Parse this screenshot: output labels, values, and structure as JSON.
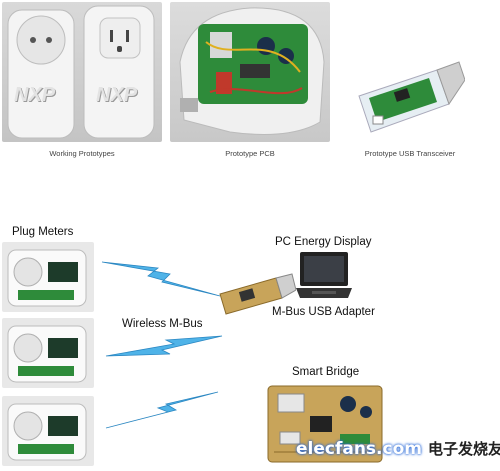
{
  "top": {
    "captions": {
      "prototypes": "Working Prototypes",
      "pcb": "Prototype PCB",
      "usb": "Prototype USB Transceiver"
    },
    "logo_text": "NXP"
  },
  "diagram": {
    "plug_meters_label": "Plug Meters",
    "pc_display_label": "PC Energy Display",
    "wireless_label": "Wireless M-Bus",
    "usb_adapter_label": "M-Bus USB Adapter",
    "smart_bridge_label": "Smart Bridge"
  },
  "watermark": {
    "site": "elecfans.com",
    "chinese": "电子发烧友"
  },
  "colors": {
    "lightning": "#4fb3e8",
    "pcb_green": "#2e8b3a",
    "pcb_tan": "#c8a45a",
    "watermark_blue": "#2a6ad8"
  }
}
